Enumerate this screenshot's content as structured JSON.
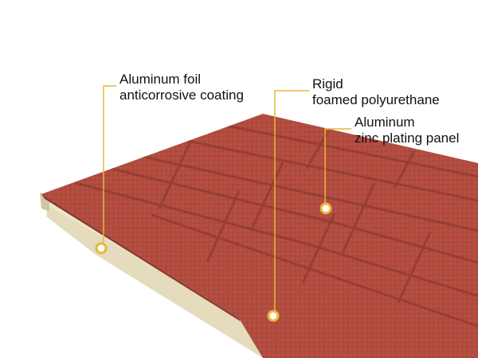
{
  "callouts": {
    "foil": {
      "line1": "Aluminum foil",
      "line2": "anticorrosive coating"
    },
    "polyurethane": {
      "line1": "Rigid",
      "line2": "foamed polyurethane"
    },
    "zinc": {
      "line1": "Aluminum",
      "line2": "zinc plating panel"
    }
  },
  "colors": {
    "face": "#b14c3f",
    "face_dark": "#8e3a30",
    "core": "#e8e0c4",
    "core_shadow": "#cfc6a6",
    "leader": "#e8b63a",
    "marker_fill": "#ffffff"
  }
}
